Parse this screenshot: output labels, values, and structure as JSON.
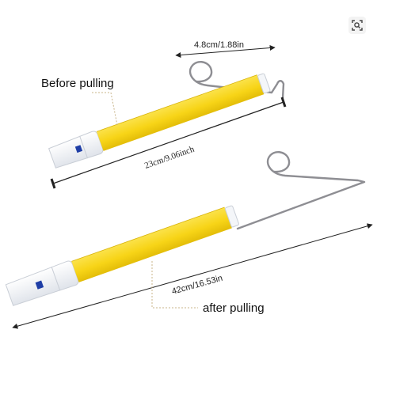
{
  "labels": {
    "before": "Before pulling",
    "after": "after pulling"
  },
  "dimensions": {
    "wire_width": "4.8cm/1.88in",
    "closed_length": "23cm/9.06inch",
    "open_length": "42cm/16.53in"
  },
  "icons": {
    "lens": "visual-search-icon"
  },
  "colors": {
    "tube_yellow": "#f7d417",
    "tube_shade": "#e3bd08",
    "cap_white": "#f2f4f7",
    "badge_blue": "#1f3ea6",
    "wire": "#8e8e93",
    "guide": "#c8b48a",
    "dim_line": "#222222"
  }
}
